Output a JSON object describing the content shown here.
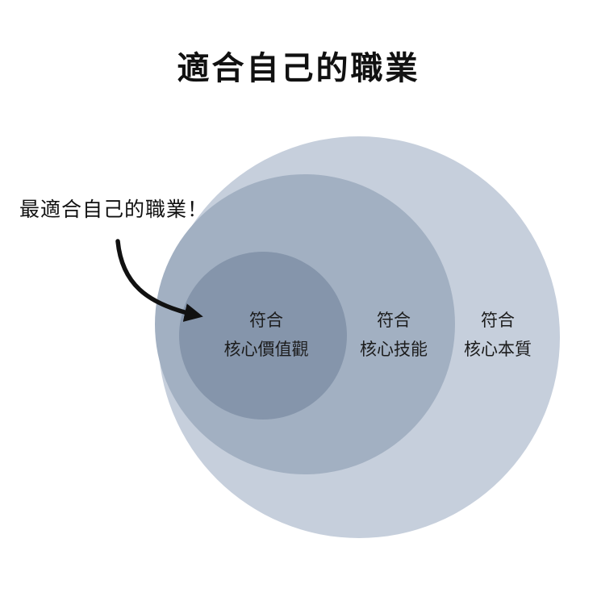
{
  "title": "適合自己的職業",
  "annotation": "最適合自己的職業！",
  "diagram": {
    "kind": "nested-circles-venn",
    "circles": [
      {
        "id": "core-essence",
        "label_line1": "符合",
        "label_line2": "核心本質",
        "fill": "#c6cfdc"
      },
      {
        "id": "core-skills",
        "label_line1": "符合",
        "label_line2": "核心技能",
        "fill": "#a2b0c2"
      },
      {
        "id": "core-values",
        "label_line1": "符合",
        "label_line2": "核心價值觀",
        "fill": "#8595ab"
      }
    ],
    "colors": {
      "background": "#ffffff",
      "text": "#1c1c1c",
      "arrow": "#111111"
    }
  }
}
